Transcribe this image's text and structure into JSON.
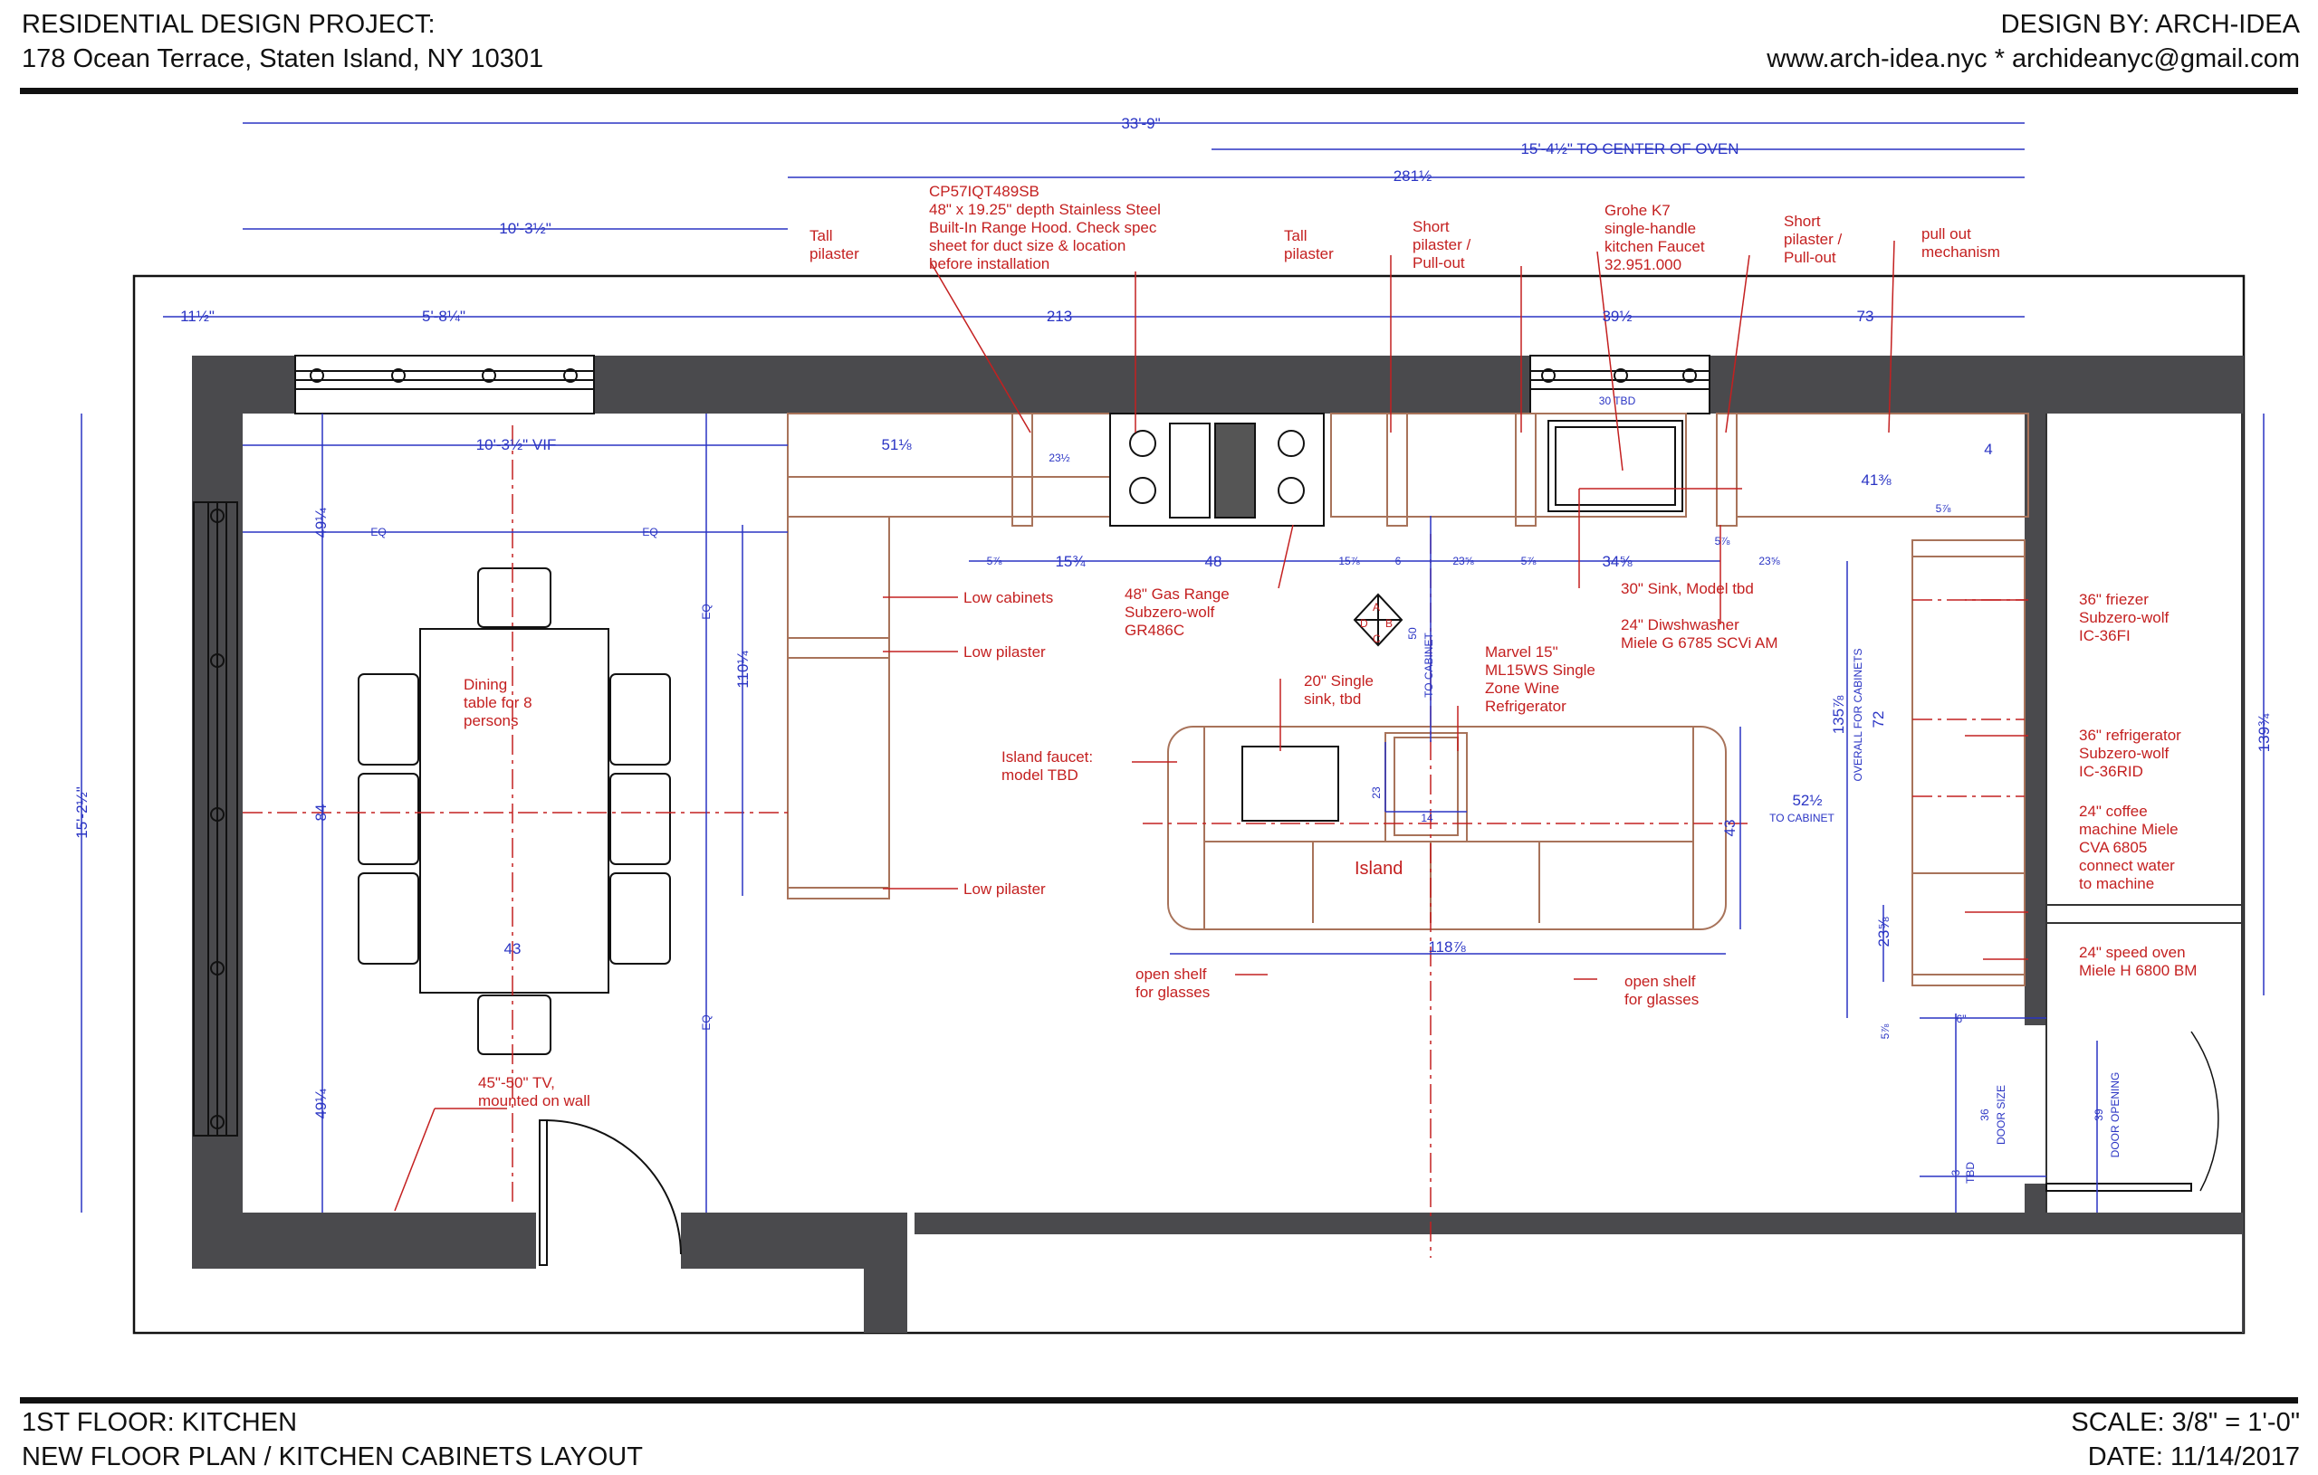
{
  "header": {
    "project_title": "RESIDENTIAL DESIGN PROJECT:",
    "address": "178 Ocean Terrace, Staten Island, NY 10301",
    "design_by": "DESIGN BY: ARCH-IDEA",
    "contact": "www.arch-idea.nyc  *  archideanyc@gmail.com"
  },
  "footer": {
    "floor": "1ST FLOOR: KITCHEN",
    "drawing_title": "NEW FLOOR PLAN / KITCHEN CABINETS LAYOUT",
    "scale": "SCALE: 3/8\" = 1'-0\"",
    "date": "DATE: 11/14/2017"
  },
  "dimensions": {
    "overall_width": "33'-9\"",
    "to_oven": "15'-4½\" TO CENTER OF OVEN",
    "d_281": "281½",
    "d_10_3": "10'-3½\"",
    "d_11": "11½\"",
    "d_5_8": "5'-8¼\"",
    "d_213": "213",
    "d_39": "39½",
    "d_73": "73",
    "d_30tbd": "30 TBD",
    "d_vif": "10'-3½\" VIF",
    "d_51": "51⅛",
    "d_23a": "23½",
    "d_4": "4",
    "d_41": "41⅜",
    "d_49a": "49¼",
    "d_eq1": "EQ",
    "d_eq2": "EQ",
    "d_eq3": "EQ",
    "d_eq4": "EQ",
    "d_110": "110¼",
    "d_84": "84",
    "d_43a": "43",
    "d_49b": "49¼",
    "d_15_2": "15'-2½\"",
    "d_5a": "5⅞",
    "d_15b": "15¾",
    "d_48": "48",
    "d_15c": "15⅞",
    "d_6": "6",
    "d_23b": "23⅝",
    "d_5b": "5⅞",
    "d_34": "34⅝",
    "d_5c": "5⅞",
    "d_23c": "23⅝",
    "d_5d": "5⅞",
    "d_50": "50",
    "d_tocab1": "TO CABINET",
    "d_23d": "23",
    "d_14": "14",
    "d_52": "52½",
    "d_tocab2": "TO CABINET",
    "d_43b": "43",
    "d_118": "118⅞",
    "d_135": "135⅞",
    "d_overall": "OVERALL FOR CABINETS",
    "d_72": "72",
    "d_139": "139¾",
    "d_23e": "23⅝",
    "d_6b": "6\"",
    "d_5e": "5⅞",
    "d_36": "36",
    "d_doorsize": "DOOR SIZE",
    "d_39b": "39",
    "d_dooropen": "DOOR OPENING",
    "d_3": "3",
    "d_tbd": "TBD"
  },
  "labels": {
    "hood_1": "CP57IQT489SB",
    "hood_2": "48\" x 19.25\" depth Stainless Steel",
    "hood_3": "Built-In Range Hood. Check spec",
    "hood_4": "sheet for duct size & location",
    "hood_5": "before installation",
    "tall1_1": "Tall",
    "tall1_2": "pilaster",
    "tall2_1": "Tall",
    "tall2_2": "pilaster",
    "short1_1": "Short",
    "short1_2": "pilaster /",
    "short1_3": "Pull-out",
    "grohe_1": "Grohe K7",
    "grohe_2": "single-handle",
    "grohe_3": "kitchen Faucet",
    "grohe_4": "32.951.000",
    "short2_1": "Short",
    "short2_2": "pilaster /",
    "short2_3": "Pull-out",
    "pullout_1": "pull out",
    "pullout_2": "mechanism",
    "low_cab": "Low cabinets",
    "low_pil1": "Low pilaster",
    "low_pil2": "Low pilaster",
    "range_1": "48\" Gas Range",
    "range_2": "Subzero-wolf",
    "range_3": "GR486C",
    "sink30": "30\" Sink, Model tbd",
    "dw_1": "24\" Diwshwasher",
    "dw_2": "Miele G 6785 SCVi AM",
    "freezer_1": "36\" friezer",
    "freezer_2": "Subzero-wolf",
    "freezer_3": "IC-36FI",
    "fridge_1": "36\" refrigerator",
    "fridge_2": "Subzero-wolf",
    "fridge_3": "IC-36RID",
    "coffee_1": "24\" coffee",
    "coffee_2": "machine Miele",
    "coffee_3": "CVA 6805",
    "coffee_4": "connect water",
    "coffee_5": "to machine",
    "oven_1": "24\" speed oven",
    "oven_2": "Miele H 6800 BM",
    "marvel_1": "Marvel 15\"",
    "marvel_2": "ML15WS Single",
    "marvel_3": "Zone Wine",
    "marvel_4": "Refrigerator",
    "sink20_1": "20\" Single",
    "sink20_2": "sink, tbd",
    "faucet_1": "Island faucet:",
    "faucet_2": "model TBD",
    "island": "Island",
    "shelf1_1": "open shelf",
    "shelf1_2": "for glasses",
    "shelf2_1": "open shelf",
    "shelf2_2": "for glasses",
    "dining_1": "Dining",
    "dining_2": "table for 8",
    "dining_3": "persons",
    "tv_1": "45\"-50\" TV,",
    "tv_2": "mounted on wall",
    "sec_a": "A",
    "sec_b": "B",
    "sec_c": "C",
    "sec_d": "D"
  },
  "colors": {
    "wall": "#4a4a4d",
    "dimension": "#2a34c4",
    "annotation": "#c42020",
    "cabinet": "#a8735a"
  }
}
